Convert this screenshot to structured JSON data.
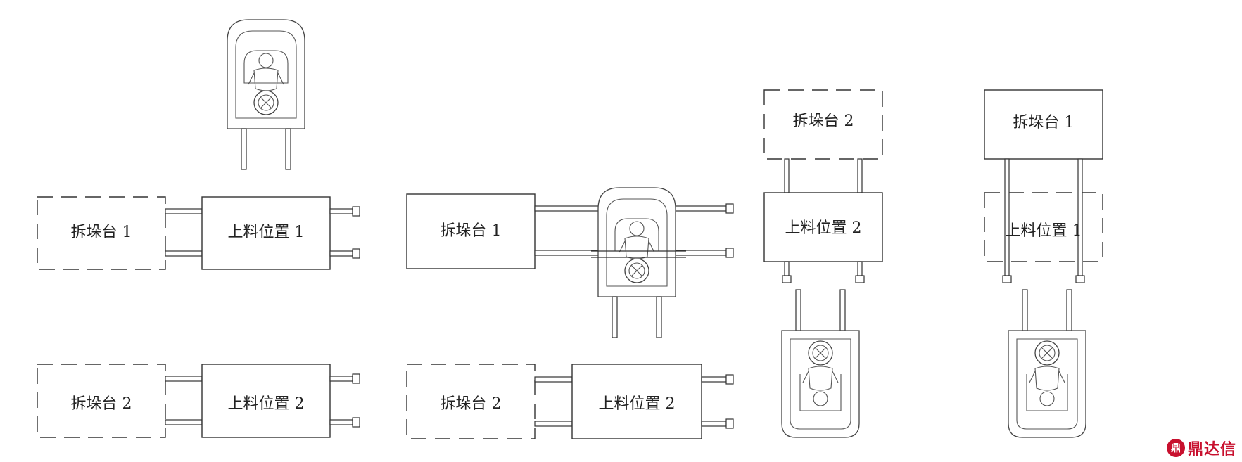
{
  "labels": {
    "p1_chaiduo1": "拆垛台 1",
    "p1_shangliao1": "上料位置 1",
    "p1_chaiduo2": "拆垛台 2",
    "p1_shangliao2": "上料位置 2",
    "p2_chaiduo1": "拆垛台 1",
    "p2_chaiduo2": "拆垛台 2",
    "p2_shangliao2": "上料位置 2",
    "p3_chaiduo2": "拆垛台 2",
    "p3_shangliao2": "上料位置 2",
    "p4_chaiduo1": "拆垛台 1",
    "p4_shangliao1": "上料位置 1"
  },
  "watermark": {
    "mark": "鼎",
    "text": "鼎达信",
    "color": "#c8102e"
  }
}
